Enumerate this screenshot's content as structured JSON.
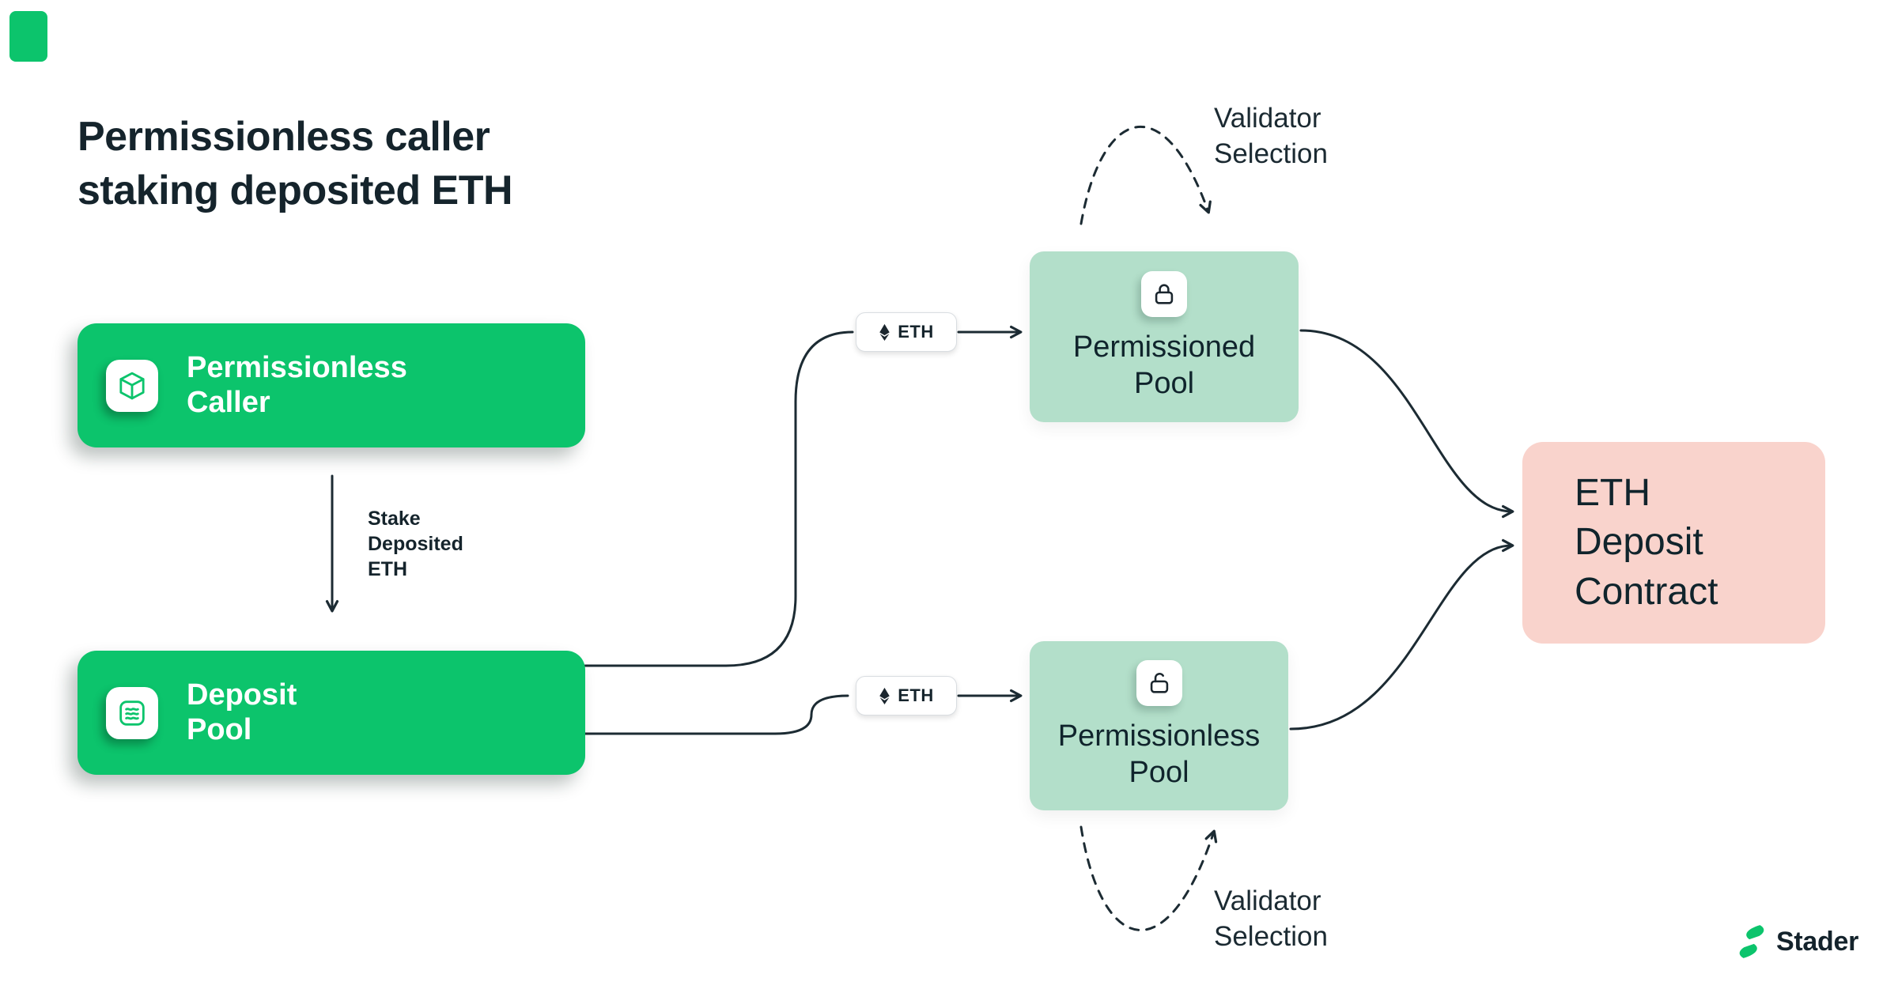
{
  "title": {
    "line1": "Permissionless caller",
    "line2": "staking deposited ETH"
  },
  "nodes": {
    "permissionless_caller": {
      "line1": "Permissionless",
      "line2": "Caller"
    },
    "deposit_pool": {
      "line1": "Deposit",
      "line2": "Pool"
    },
    "permissioned_pool": {
      "line1": "Permissioned",
      "line2": "Pool"
    },
    "permissionless_pool": {
      "line1": "Permissionless",
      "line2": "Pool"
    },
    "eth_deposit_contract": {
      "line1": "ETH",
      "line2": "Deposit",
      "line3": "Contract"
    }
  },
  "labels": {
    "stake": {
      "line1": "Stake",
      "line2": "Deposited",
      "line3": "ETH"
    },
    "eth_badge_top": "ETH",
    "eth_badge_bottom": "ETH",
    "validator_selection_top": {
      "line1": "Validator",
      "line2": "Selection"
    },
    "validator_selection_bottom": {
      "line1": "Validator",
      "line2": "Selection"
    }
  },
  "logo": {
    "text": "Stader"
  },
  "colors": {
    "brand_green": "#0CC46C",
    "mint": "#B3DFCA",
    "pink": "#F9D3CC",
    "ink": "#15242C",
    "connector": "#1C2B33"
  }
}
